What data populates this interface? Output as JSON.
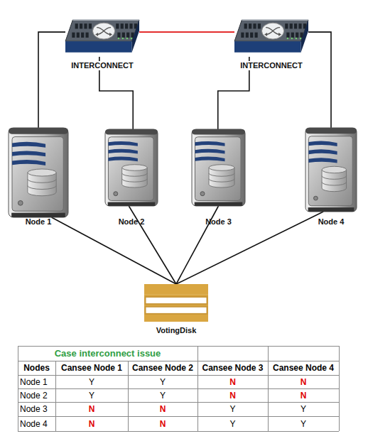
{
  "diagram": {
    "nodes": [
      {
        "text": [
          "INTERCONNECT"
        ]
      },
      {
        "text": [
          "INTERCONNECT"
        ]
      },
      {
        "text": [
          "Node 1"
        ]
      },
      {
        "text": [
          "Node 2"
        ]
      },
      {
        "text": [
          "Node 3"
        ]
      },
      {
        "text": [
          "Node 4"
        ]
      },
      {
        "text": [
          "VotingDisk"
        ]
      }
    ],
    "edges": [
      {
        "from": 0,
        "to": 1,
        "arrow": "none"
      },
      {
        "from": 0,
        "to": 2,
        "arrow": "none"
      },
      {
        "from": 0,
        "to": 3,
        "arrow": "none"
      },
      {
        "from": 1,
        "to": 4,
        "arrow": "none"
      },
      {
        "from": 1,
        "to": 5,
        "arrow": "none"
      },
      {
        "from": 2,
        "to": 6,
        "arrow": "none"
      },
      {
        "from": 3,
        "to": 6,
        "arrow": "none"
      },
      {
        "from": 4,
        "to": 6,
        "arrow": "none"
      },
      {
        "from": 5,
        "to": 6,
        "arrow": "none"
      }
    ],
    "labels": [
      "Case interconnect issue",
      "Nodes",
      "Cansee Node 1",
      "Cansee Node 2",
      "Cansee Node 3",
      "Cansee Node 4",
      "Node 1",
      "Y",
      "Y",
      "N",
      "N",
      "Node 2",
      "Y",
      "Y",
      "N",
      "N",
      "Node 3",
      "N",
      "N",
      "Y",
      "Y",
      "Node 4",
      "N",
      "N",
      "Y",
      "Y"
    ]
  }
}
